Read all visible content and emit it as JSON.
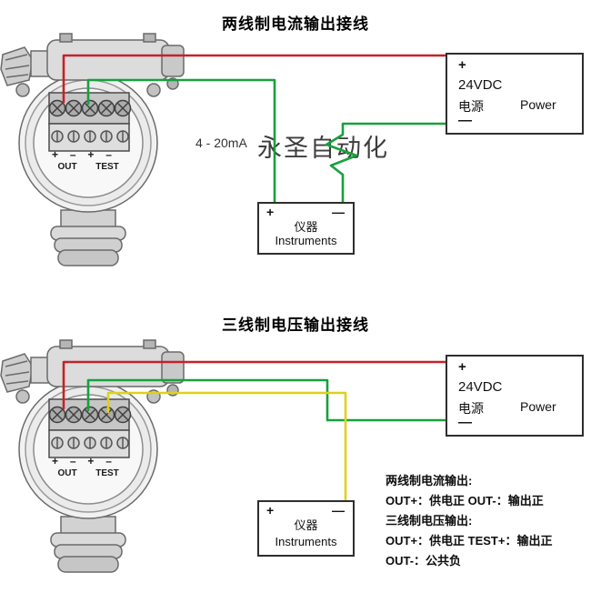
{
  "titles": {
    "section1": "两线制电流输出接线",
    "section2": "三线制电压输出接线"
  },
  "watermark": "永圣自动化",
  "signal_label": "4 - 20mA",
  "power_box": {
    "plus": "+",
    "voltage": "24VDC",
    "supply_cn": "电源",
    "supply_en": "Power",
    "minus": "—"
  },
  "instrument_box": {
    "plus": "+",
    "minus": "—",
    "name_cn": "仪器",
    "name_en": "Instruments"
  },
  "terminals": {
    "sign1": "+",
    "sign2": "–",
    "sign3": "+",
    "sign4": "–",
    "out": "OUT",
    "test": "TEST"
  },
  "notes": {
    "line1": "两线制电流输出:",
    "line2": "OUT+：供电正  OUT-：输出正",
    "line3": "三线制电压输出:",
    "line4": "OUT+：供电正 TEST+：输出正",
    "line5": "OUT-：公共负"
  },
  "wire_colors": {
    "red": "#c8202a",
    "green": "#18a03c",
    "yellow": "#ddd11c"
  }
}
